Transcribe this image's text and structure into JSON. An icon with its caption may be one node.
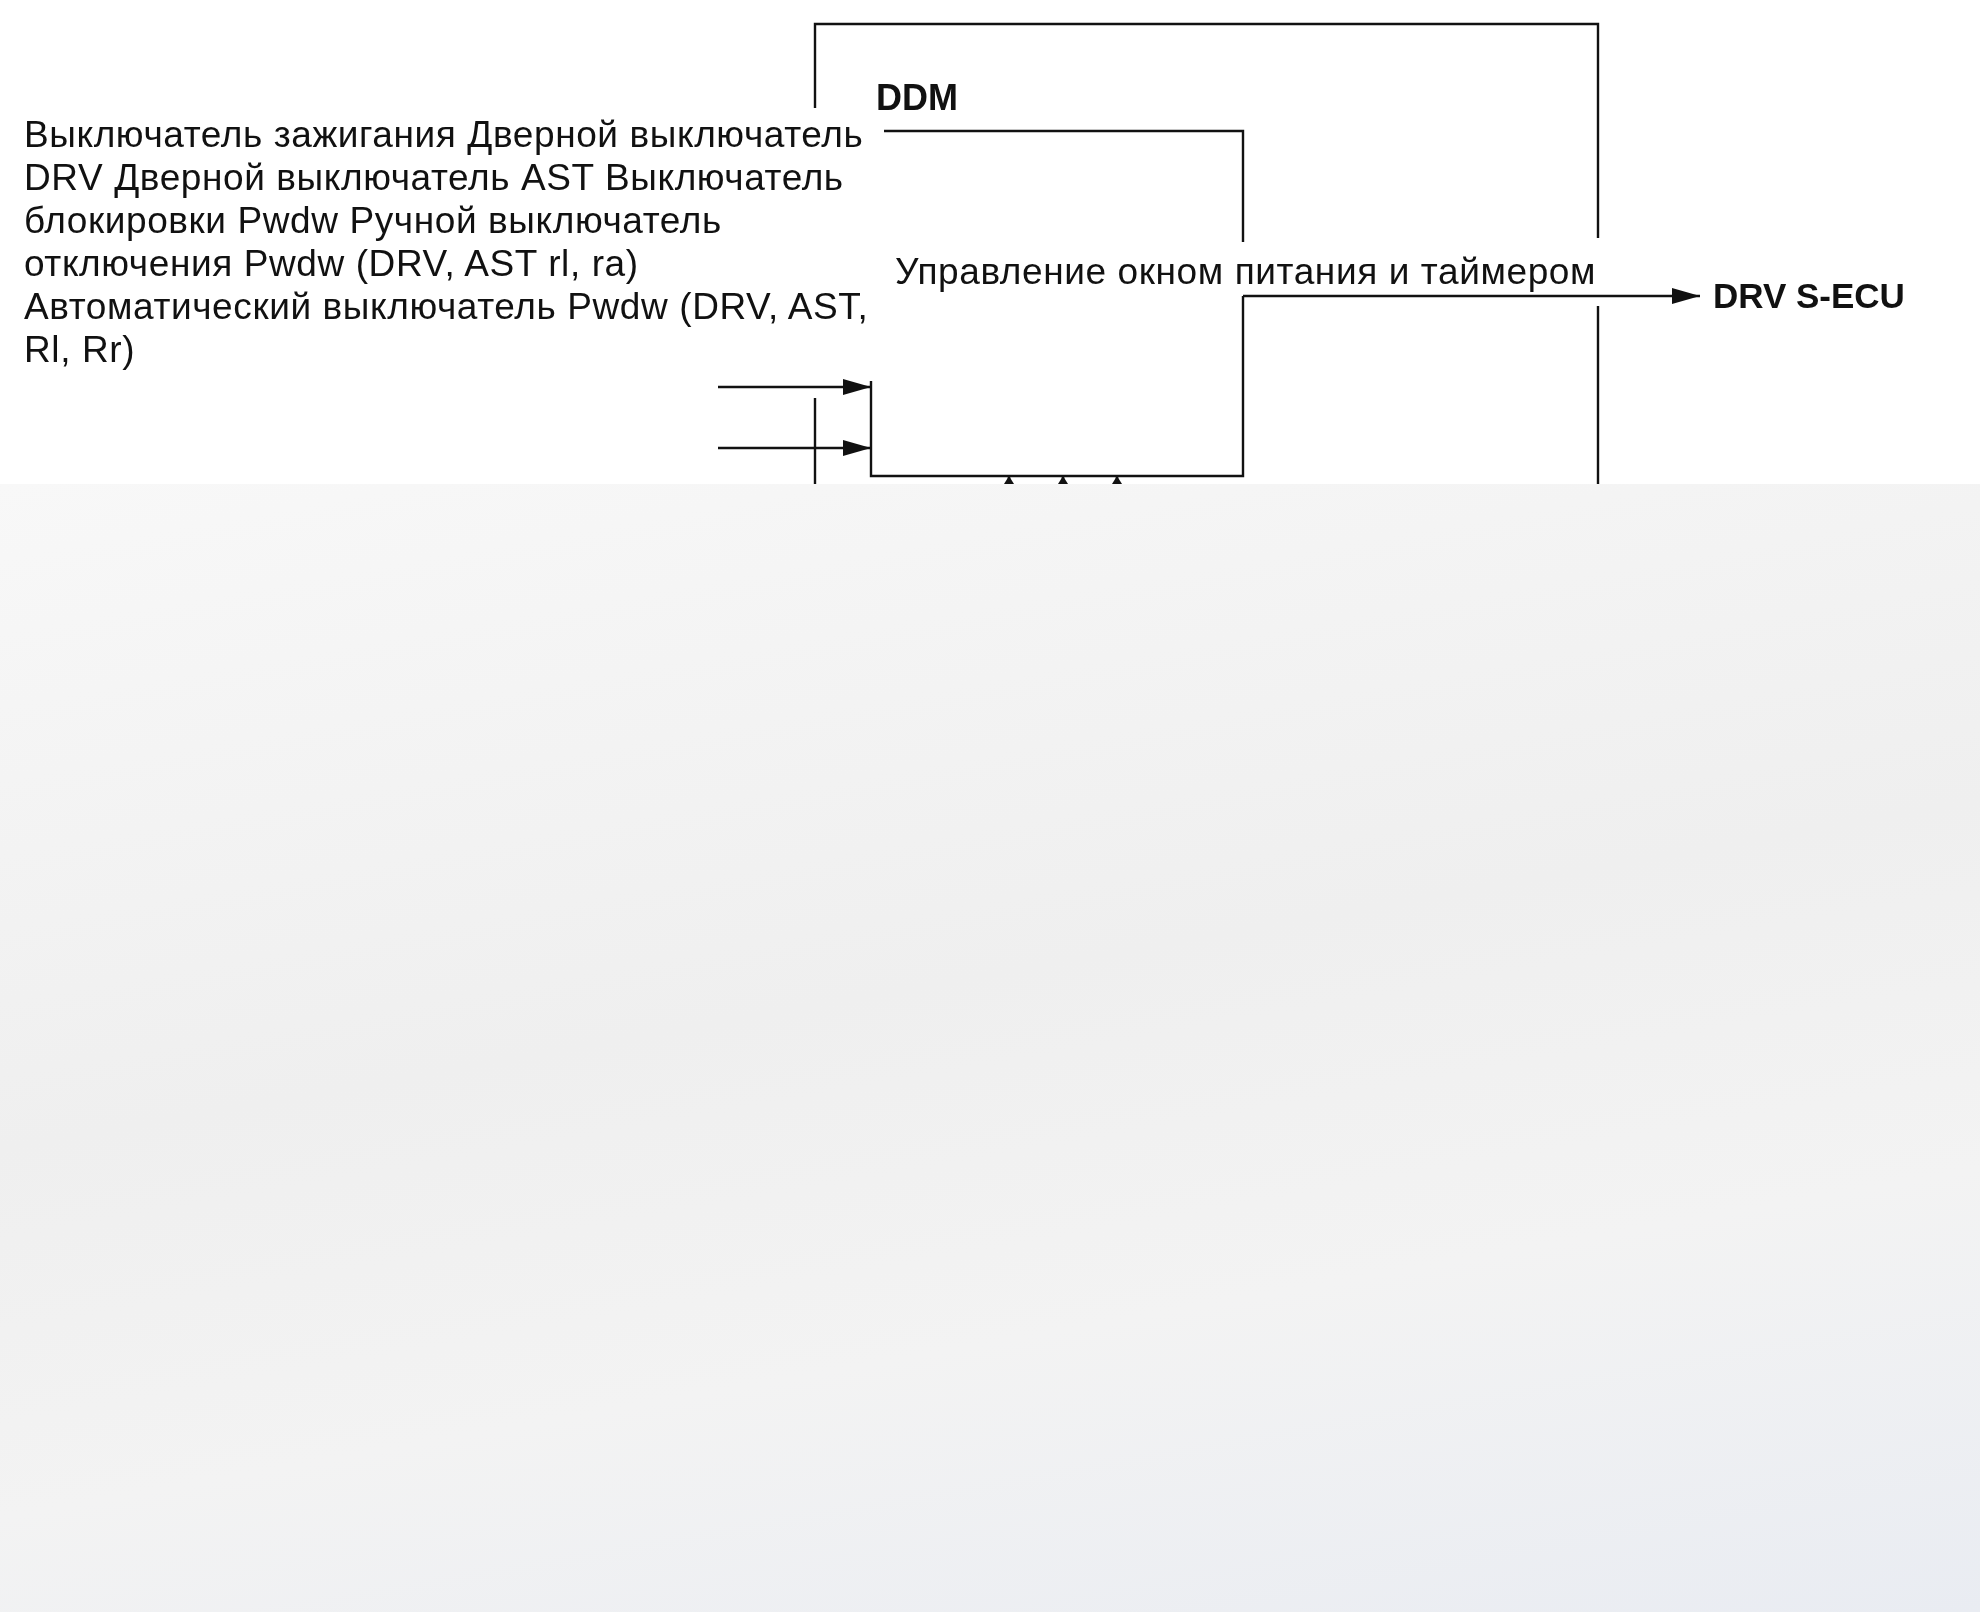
{
  "diagram": {
    "nodes": [
      {
        "text": [
          "DDM"
        ]
      },
      {
        "text": [],
        "shape": "box",
        "in": 0
      },
      {
        "text": [
          "DRV S-ECU"
        ]
      }
    ],
    "edges": [
      {
        "from": 1,
        "to": 2,
        "arrow": "to"
      },
      {
        "from": null,
        "to": 1,
        "arrow": "to"
      },
      {
        "from": null,
        "to": 1,
        "arrow": "to"
      },
      {
        "from": null,
        "to": 1,
        "arrow": "to"
      },
      {
        "from": null,
        "to": 1,
        "arrow": "to"
      },
      {
        "from": null,
        "to": 1,
        "arrow": "to"
      }
    ],
    "labels": [
      "Выключатель зажигания Дверной выключатель DRV Дверной выключатель AST Выключатель блокировки Pwdw Ручной выключатель отключения Pwdw (DRV, AST rl, ra) Автоматический выключатель Pwdw (DRV, AST, Rl, Rr)",
      "Управление окном питания и таймером"
    ]
  }
}
